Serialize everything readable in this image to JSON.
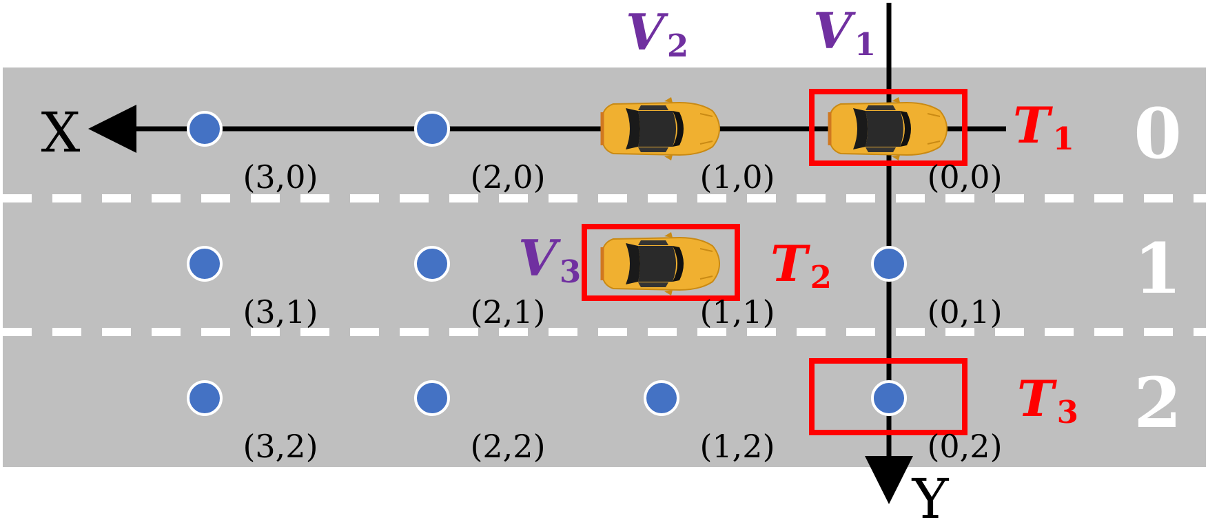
{
  "colors": {
    "road": "#bfbfbf",
    "dash": "#ffffff",
    "point": "#4472c4",
    "target": "#ff0000",
    "vehicle_label": "#7030a0",
    "car_body": "#f0b030"
  },
  "axes": {
    "x_label": "X",
    "y_label": "Y"
  },
  "lanes": [
    {
      "label": "0"
    },
    {
      "label": "1"
    },
    {
      "label": "2"
    }
  ],
  "points": [
    {
      "label": "(3,0)",
      "x": 3,
      "y": 0
    },
    {
      "label": "(2,0)",
      "x": 2,
      "y": 0
    },
    {
      "label": "(1,0)",
      "x": 1,
      "y": 0
    },
    {
      "label": "(0,0)",
      "x": 0,
      "y": 0
    },
    {
      "label": "(3,1)",
      "x": 3,
      "y": 1
    },
    {
      "label": "(2,1)",
      "x": 2,
      "y": 1
    },
    {
      "label": "(1,1)",
      "x": 1,
      "y": 1
    },
    {
      "label": "(0,1)",
      "x": 0,
      "y": 1
    },
    {
      "label": "(3,2)",
      "x": 3,
      "y": 2
    },
    {
      "label": "(2,2)",
      "x": 2,
      "y": 2
    },
    {
      "label": "(1,2)",
      "x": 1,
      "y": 2
    },
    {
      "label": "(0,2)",
      "x": 0,
      "y": 2
    }
  ],
  "vehicles": [
    {
      "label": "V",
      "sub": "1",
      "x": 0,
      "y": 0
    },
    {
      "label": "V",
      "sub": "2",
      "x": 1,
      "y": 0
    },
    {
      "label": "V",
      "sub": "3",
      "x": 1,
      "y": 1
    }
  ],
  "targets": [
    {
      "label": "T",
      "sub": "1",
      "x": 0,
      "y": 0
    },
    {
      "label": "T",
      "sub": "2",
      "x": 1,
      "y": 1
    },
    {
      "label": "T",
      "sub": "3",
      "x": 0,
      "y": 2
    }
  ]
}
